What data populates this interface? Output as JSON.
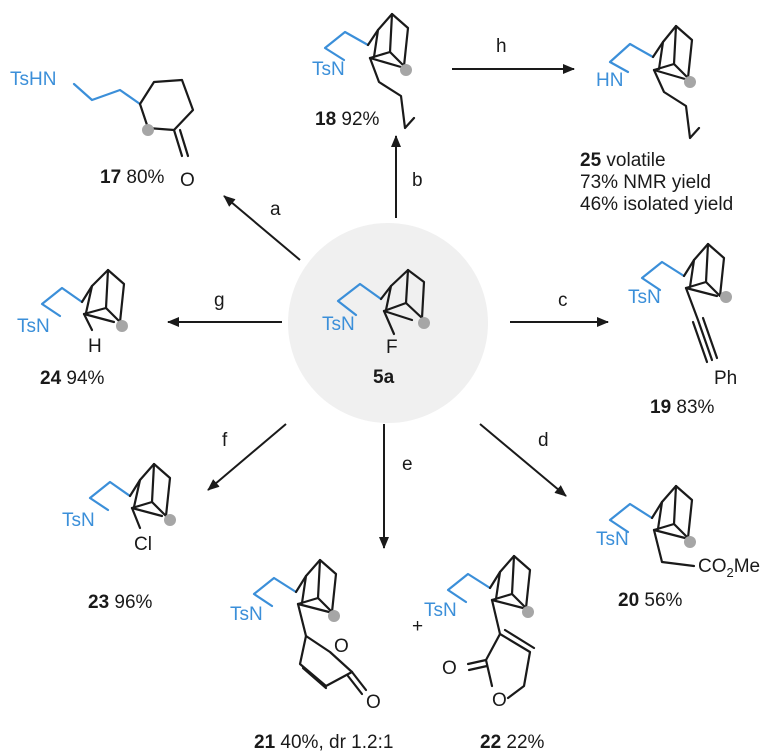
{
  "colors": {
    "nitrogen_chain": "#3b8fd9",
    "bond": "#1a1a1a",
    "marker": "#a6a6a6",
    "center_circle": "#f0f0f0"
  },
  "conditions": {
    "a": "a",
    "b": "b",
    "c": "c",
    "d": "d",
    "e": "e",
    "f": "f",
    "g": "g",
    "h": "h"
  },
  "atoms": {
    "ts": "Ts",
    "n": "N",
    "tsn": "TsN",
    "tshn": "TsHN",
    "hn": "HN",
    "f": "F",
    "h": "H",
    "cl": "Cl",
    "o": "O",
    "ph": "Ph",
    "co2me_a": "CO",
    "co2me_sub": "2",
    "co2me_b": "Me"
  },
  "compounds": {
    "c5a": {
      "num": "5a",
      "text": ""
    },
    "c17": {
      "num": "17",
      "text": " 80%"
    },
    "c18": {
      "num": "18",
      "text": " 92%"
    },
    "c25": {
      "num": "25",
      "text": "  volatile",
      "line2": "73% NMR yield",
      "line3": "46% isolated yield"
    },
    "c19": {
      "num": "19",
      "text": " 83%"
    },
    "c24": {
      "num": "24",
      "text": " 94%"
    },
    "c20": {
      "num": "20",
      "text": " 56%"
    },
    "c23": {
      "num": "23",
      "text": " 96%"
    },
    "c21": {
      "num": "21",
      "text": " 40%, dr 1.2:1"
    },
    "c22": {
      "num": "22",
      "text": " 22%"
    }
  },
  "plus": "+"
}
